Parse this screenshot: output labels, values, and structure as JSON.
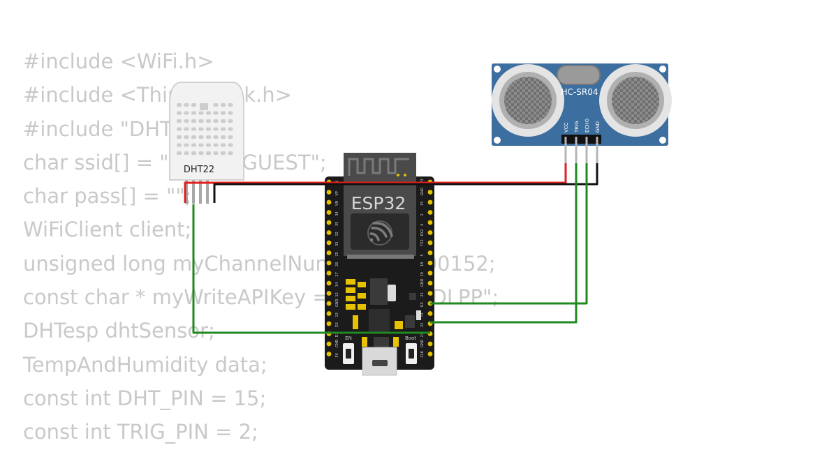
{
  "code_lines": [
    "#include <WiFi.h>",
    "#include <ThingSpeak.h>",
    "#include \"DHTesp.h\"",
    "char ssid[] = \"Wokwi-GUEST\";",
    "char pass[] = \"\";",
    "WiFiClient client;",
    "unsigned long myChannelNumber = 2300152;",
    "const char * myWriteAPIKey = \"7N3MVBDLPP\";",
    "DHTesp dhtSensor;",
    "TempAndHumidity data;",
    "const int DHT_PIN = 15;",
    "const int TRIG_PIN = 2;"
  ],
  "dht22": {
    "label": "DHT22"
  },
  "esp32": {
    "label": "ESP32",
    "en_label": "EN",
    "boot_label": "Boot",
    "left_pins": [
      "EN",
      "VP",
      "VN",
      "34",
      "35",
      "32",
      "33",
      "25",
      "26",
      "27",
      "14",
      "12",
      "GND",
      "13",
      "D2",
      "D3",
      "CMD",
      "5V"
    ],
    "right_pins": [
      "3V3",
      "GND",
      "15",
      "2",
      "4",
      "RX2",
      "TX2",
      "5",
      "18",
      "19",
      "GND",
      "21",
      "RX",
      "TX",
      "22",
      "23",
      "GND",
      "CLK"
    ]
  },
  "hcsr04": {
    "label": "HC-SR04",
    "pins": [
      "VCC",
      "TRIG",
      "ECHO",
      "GND"
    ]
  },
  "colors": {
    "code_text": "#c9c9c9",
    "board": "#1b1b1b",
    "module": "#4a4a4a",
    "sensor_blue": "#3c6e9f",
    "wire_red": "#e0201c",
    "wire_black": "#111111",
    "wire_green": "#1f8a1f",
    "pin_gold": "#e6c200"
  }
}
